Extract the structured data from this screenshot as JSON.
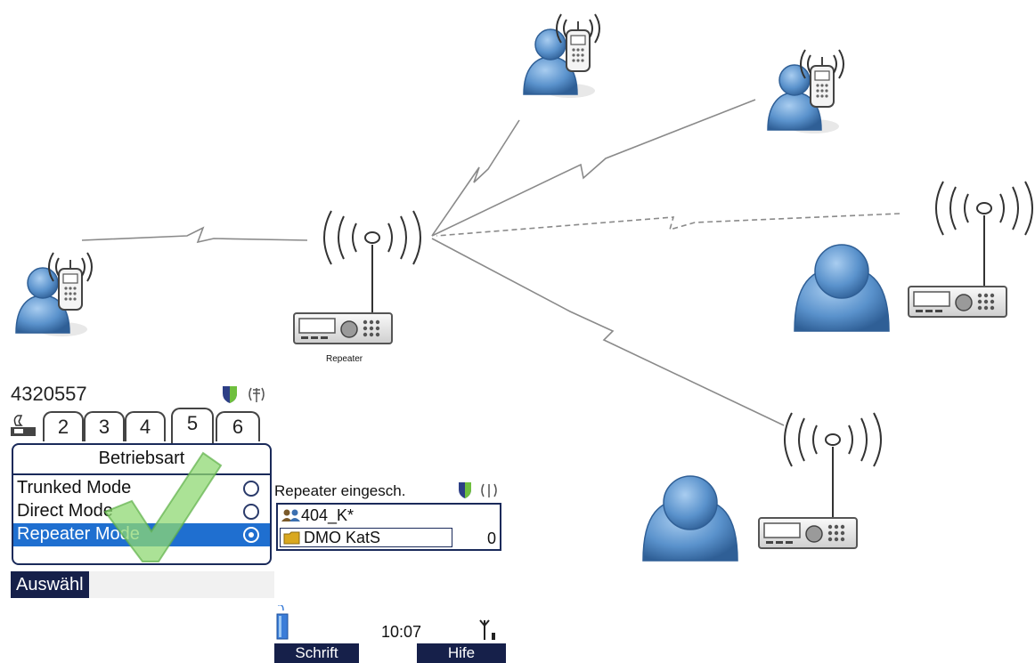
{
  "diagram": {
    "repeater_label": "Repeater"
  },
  "screen_mode_select": {
    "issi_number": "4320557",
    "tabs": [
      "2",
      "3",
      "4",
      "5",
      "6"
    ],
    "active_tab": "5",
    "heading": "Betriebsart",
    "options": [
      {
        "label": "Trunked Mode",
        "selected": false
      },
      {
        "label": "Direct Mode",
        "selected": false
      },
      {
        "label": "Repeater Mode",
        "selected": true
      }
    ],
    "softkey_left": "Auswähl",
    "colors": {
      "selection": "#1f6fd0",
      "softkey": "#16204a",
      "checkmark": "#8fd873"
    }
  },
  "screen_repeater_status": {
    "title": "Repeater eingesch.",
    "group_name": "404_K*",
    "folder_name": "DMO KatS",
    "folder_count": "0",
    "time": "10:07",
    "softkey_left": "Schrift",
    "softkey_right": "Hife"
  }
}
